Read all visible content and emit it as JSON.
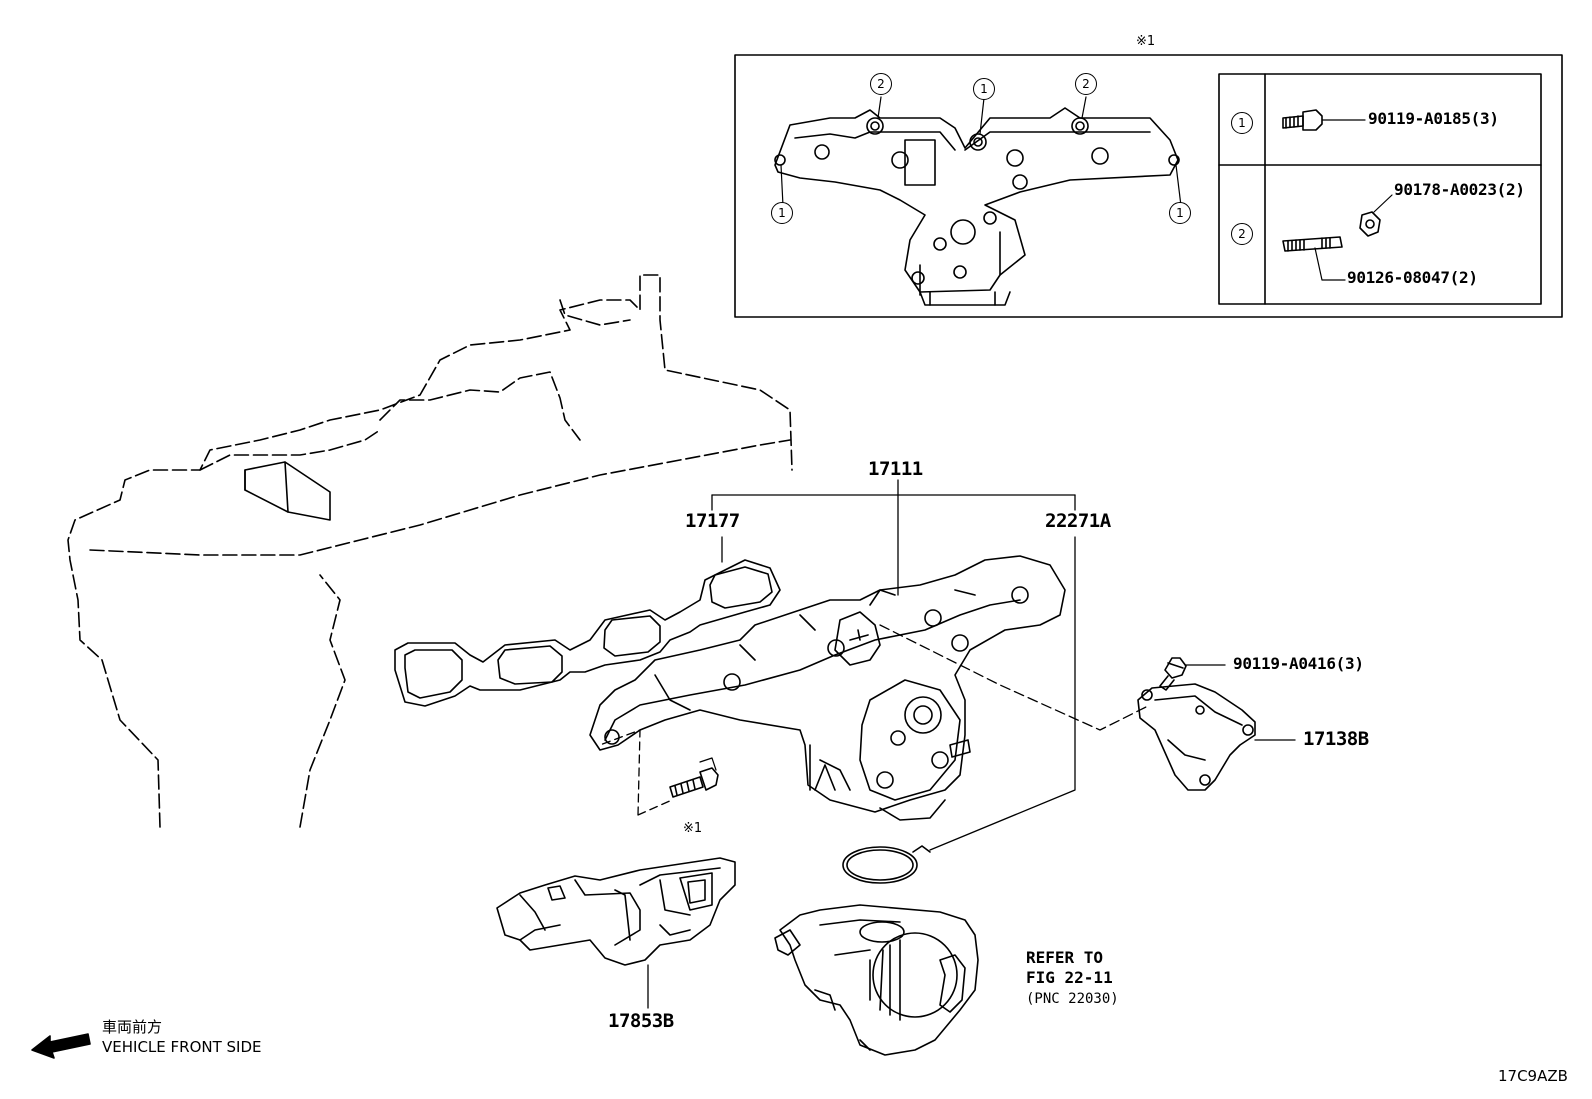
{
  "inset": {
    "reference_mark": "※1",
    "callouts": {
      "top_left": "2",
      "top_center": "1",
      "top_right": "2",
      "side_left": "1",
      "side_right": "1"
    },
    "legend": {
      "rows": [
        {
          "marker": "1",
          "parts": [
            "90119-A0185(3)"
          ]
        },
        {
          "marker": "2",
          "parts": [
            "90178-A0023(2)",
            "90126-08047(2)"
          ]
        }
      ]
    }
  },
  "parts": {
    "assembly": "17111",
    "gasket": "17177",
    "stud_gasket": "22271A",
    "bolt_main": "90119-A0416(3)",
    "bracket": "17138B",
    "heat_insulator": "17853B",
    "bolt_mark": "※1"
  },
  "refer": {
    "line1": "REFER TO",
    "line2": "FIG 22-11",
    "line3": "(PNC 22030)"
  },
  "direction": {
    "jp": "車両前方",
    "en": "VEHICLE FRONT SIDE"
  },
  "figure_code": "17C9AZB"
}
